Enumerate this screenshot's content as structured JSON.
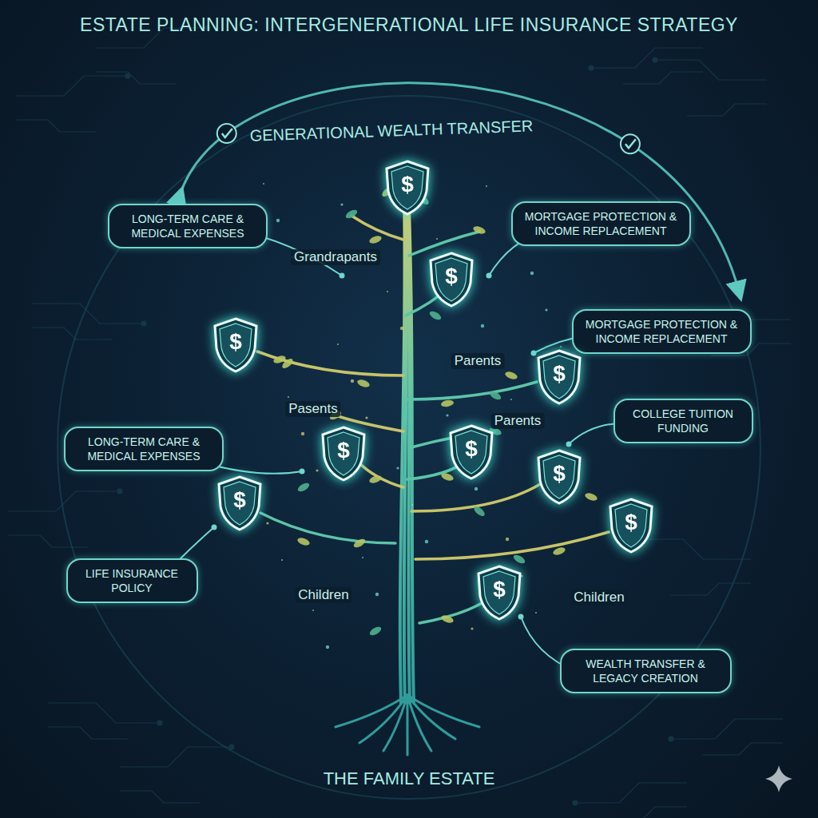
{
  "diagram": {
    "title": "ESTATE PLANNING: INTERGENERATIONAL LIFE INSURANCE STRATEGY",
    "nodes": [
      {
        "text": [
          "$"
        ]
      },
      {
        "text": [
          "LONG-TERM CARE & MEDICAL EXPENSES"
        ]
      },
      {
        "text": [
          "MORTGAGE PROTECTION & INCOME REPLACEMENT"
        ]
      },
      {
        "text": [
          "$"
        ]
      },
      {
        "text": [
          "MORTGAGE PROTECTION & INCOME REPLACEMENT"
        ]
      },
      {
        "text": [
          "$"
        ]
      },
      {
        "text": [
          "$"
        ]
      },
      {
        "text": [
          "COLLEGE TUITION FUNDING"
        ]
      },
      {
        "text": [
          "$"
        ]
      },
      {
        "text": [
          "$"
        ]
      },
      {
        "text": [
          "$"
        ]
      },
      {
        "text": [
          "LONG-TERM CARE & MEDICAL EXPENSES"
        ]
      },
      {
        "text": [
          "$"
        ]
      },
      {
        "text": [
          "$"
        ]
      },
      {
        "text": [
          "LIFE INSURANCE POLICY"
        ]
      },
      {
        "text": [
          "$"
        ]
      },
      {
        "text": [
          "WEALTH TRANSFER & LEGACY CREATION"
        ]
      }
    ],
    "labels": [
      "GENERATIONAL WEALTH TRANSFER",
      "Grandrapants",
      "Parents",
      "Pasents",
      "Parents",
      "Children",
      "Children",
      "THE FAMILY ESTATE"
    ]
  }
}
